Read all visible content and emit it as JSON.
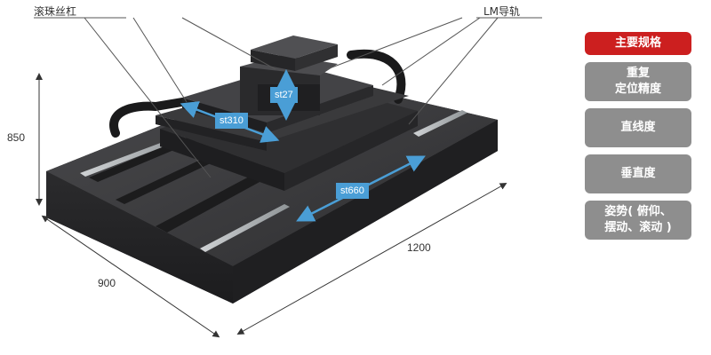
{
  "callouts": {
    "ball_screw": "滚珠丝杠",
    "lm_guide": "LM导轨"
  },
  "dimensions": {
    "height": "850",
    "depth": "900",
    "width": "1200"
  },
  "stroke_tags": {
    "z": "st27",
    "y": "st310",
    "x": "st660"
  },
  "colors": {
    "accent_red": "#cc1f1f",
    "menu_gray": "#8e8e8e",
    "stroke_blue": "#4a9ed6",
    "machine_dark": "#3a3a3c"
  },
  "menu": {
    "items": [
      {
        "line1": "主要规格",
        "line2": "",
        "active": true
      },
      {
        "line1": "重复",
        "line2": "定位精度",
        "active": false
      },
      {
        "line1": "直线度",
        "line2": "",
        "active": false
      },
      {
        "line1": "垂直度",
        "line2": "",
        "active": false
      },
      {
        "line1": "姿势(  俯仰、",
        "line2": "摆动、滚动 )",
        "active": false
      }
    ]
  }
}
